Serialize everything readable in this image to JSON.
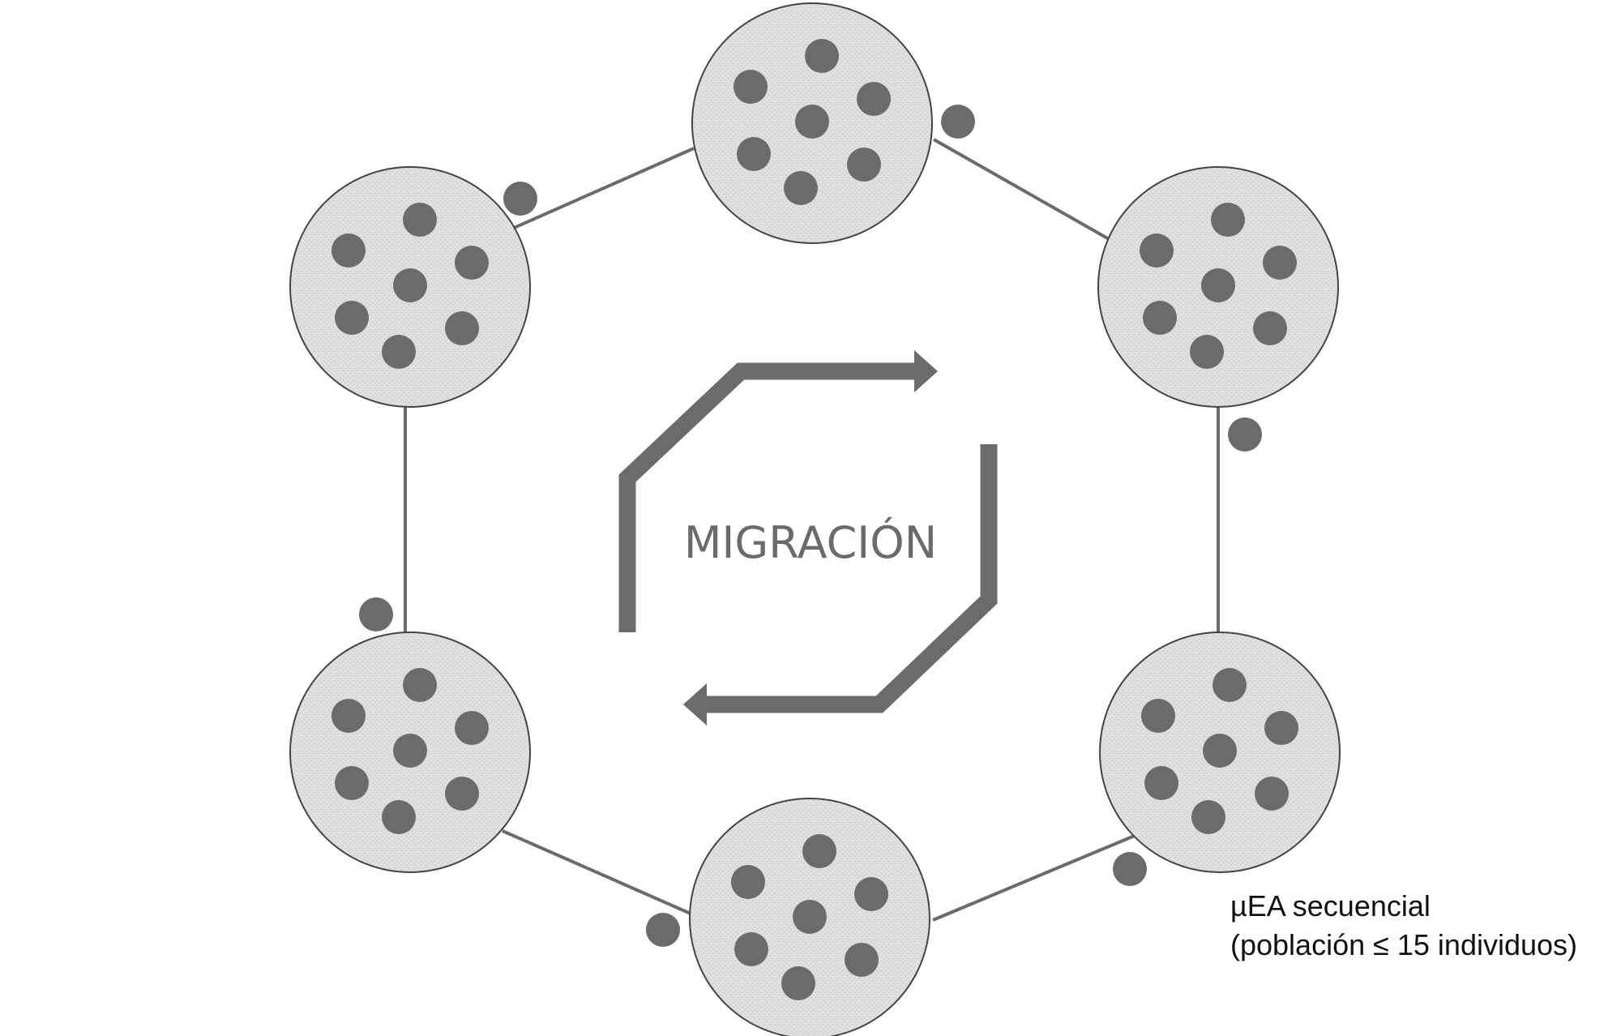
{
  "center_label": "MIGRACIÓN",
  "caption": {
    "line1": "µEA secuencial",
    "line2": "(población ≤ 15 individuos)"
  },
  "colors": {
    "island_fill": "#dcdcdc",
    "island_stroke": "#444444",
    "individual": "#6b6b6b",
    "ring_line": "#6b6b6b",
    "arrow": "#6b6b6b"
  },
  "islands": {
    "count": 6,
    "individuals_per_island": 7
  },
  "migrants": {
    "count": 6
  }
}
